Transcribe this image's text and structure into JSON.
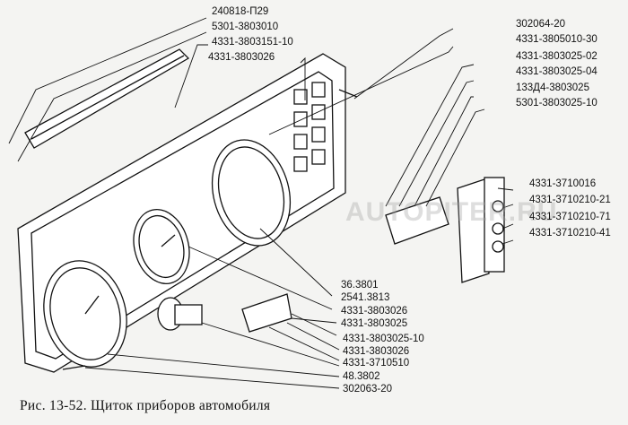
{
  "caption": "Рис. 13-52.  Щиток приборов автомобиля",
  "watermark": "AUTOPITER.RU",
  "labels_top_left": [
    "240818-П29",
    "5301-3803010",
    "4331-3803151-10",
    "4331-3803026"
  ],
  "labels_top_right": [
    "302064-20",
    "4331-3805010-30",
    "4331-3803025-02",
    "4331-3803025-04",
    "133Д4-3803025",
    "5301-3803025-10"
  ],
  "labels_right": [
    "4331-3710016",
    "4331-3710210-21",
    "4331-3710210-71",
    "4331-3710210-41"
  ],
  "labels_bottom": [
    "36.3801",
    "2541.3813",
    "4331-3803026",
    "4331-3803025",
    "4331-3803025-10",
    "4331-3803026",
    "4331-3710510",
    "48.3802",
    "302063-20"
  ]
}
